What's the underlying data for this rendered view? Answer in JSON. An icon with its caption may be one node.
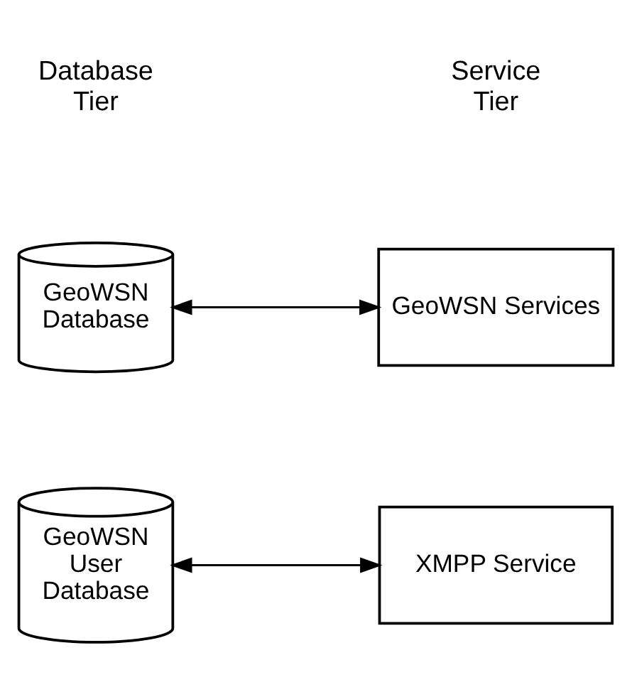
{
  "diagram": {
    "nodes": [
      {
        "text": [
          "GeoWSN Database"
        ]
      },
      {
        "text": [
          "GeoWSN Services"
        ]
      },
      {
        "text": [
          "GeoWSN User Database"
        ]
      },
      {
        "text": [
          "XMPP Service"
        ]
      }
    ],
    "edges": [
      {
        "from": 0,
        "to": 1,
        "arrow": "both"
      },
      {
        "from": 2,
        "to": 3,
        "arrow": "both"
      }
    ],
    "labels": [
      "Database Tier",
      "Service Tier"
    ]
  }
}
